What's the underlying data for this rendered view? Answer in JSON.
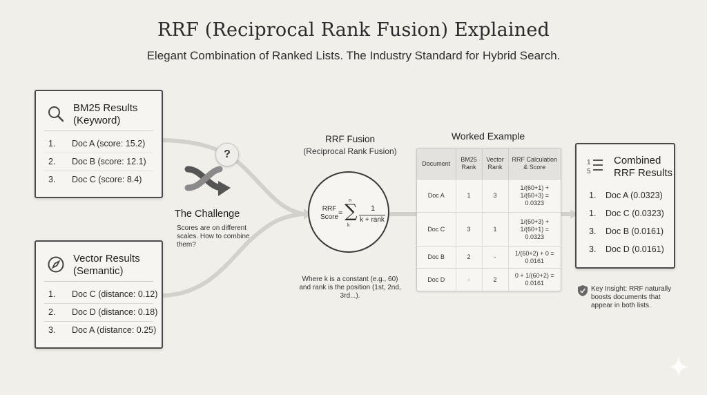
{
  "title": "RRF (Reciprocal Rank Fusion) Explained",
  "subtitle": "Elegant Combination of Ranked Lists. The Industry Standard for Hybrid Search.",
  "bm25": {
    "title": "BM25 Results",
    "subtitle": "(Keyword)",
    "icon": "search-icon",
    "items": [
      {
        "rank": "1.",
        "text": "Doc A (score: 15.2)"
      },
      {
        "rank": "2.",
        "text": "Doc B (score: 12.1)"
      },
      {
        "rank": "3.",
        "text": "Doc C (score: 8.4)"
      }
    ]
  },
  "vector": {
    "title": "Vector Results",
    "subtitle": "(Semantic)",
    "icon": "compass-icon",
    "items": [
      {
        "rank": "1.",
        "text": "Doc C (distance: 0.12)"
      },
      {
        "rank": "2.",
        "text": "Doc D (distance: 0.18)"
      },
      {
        "rank": "3.",
        "text": "Doc A (distance: 0.25)"
      }
    ]
  },
  "challenge": {
    "qmark": "?",
    "icon": "shuffle-icon",
    "title": "The Challenge",
    "text": "Scores are on different scales. How to combine them?"
  },
  "fusion": {
    "title": "RRF Fusion",
    "subtitle": "(Reciprocal Rank Fusion)",
    "formula_label": "RRF Score",
    "formula_eq": "=",
    "formula_sigma": "∑",
    "formula_upper": "n",
    "formula_lower": "k",
    "formula_numerator": "1",
    "formula_denominator": "k + rank",
    "note": "Where k is a constant (e.g., 60) and rank is the position (1st, 2nd, 3rd...)."
  },
  "worked": {
    "title": "Worked Example",
    "headers": [
      "Document",
      "BM25 Rank",
      "Vector Rank",
      "RRF Calculation & Score"
    ],
    "rows": [
      {
        "doc": "Doc A",
        "bm25": "1",
        "vector": "3",
        "calc": "1/(60+1) + 1/(60+3) = 0.0323"
      },
      {
        "doc": "Doc C",
        "bm25": "3",
        "vector": "1",
        "calc": "1/(60+3) + 1/(60+1) = 0.0323"
      },
      {
        "doc": "Doc B",
        "bm25": "2",
        "vector": "-",
        "calc": "1/(60+2) + 0 = 0.0161"
      },
      {
        "doc": "Doc D",
        "bm25": "-",
        "vector": "2",
        "calc": "0 + 1/(60+2) = 0.0161"
      }
    ]
  },
  "combined": {
    "title": "Combined",
    "subtitle": "RRF Results",
    "icon": "numbered-list-icon",
    "items": [
      {
        "rank": "1.",
        "text": "Doc A (0.0323)"
      },
      {
        "rank": "1.",
        "text": "Doc C (0.0323)"
      },
      {
        "rank": "3.",
        "text": "Doc B (0.0161)"
      },
      {
        "rank": "3.",
        "text": "Doc D (0.0161)"
      }
    ]
  },
  "insight": {
    "icon": "shield-check-icon",
    "text": "Key Insight: RRF naturally boosts documents that appear in both lists."
  },
  "colors": {
    "background": "#f1efe9",
    "card_border": "#4a4a4a",
    "connector": "#d2d0ca"
  }
}
